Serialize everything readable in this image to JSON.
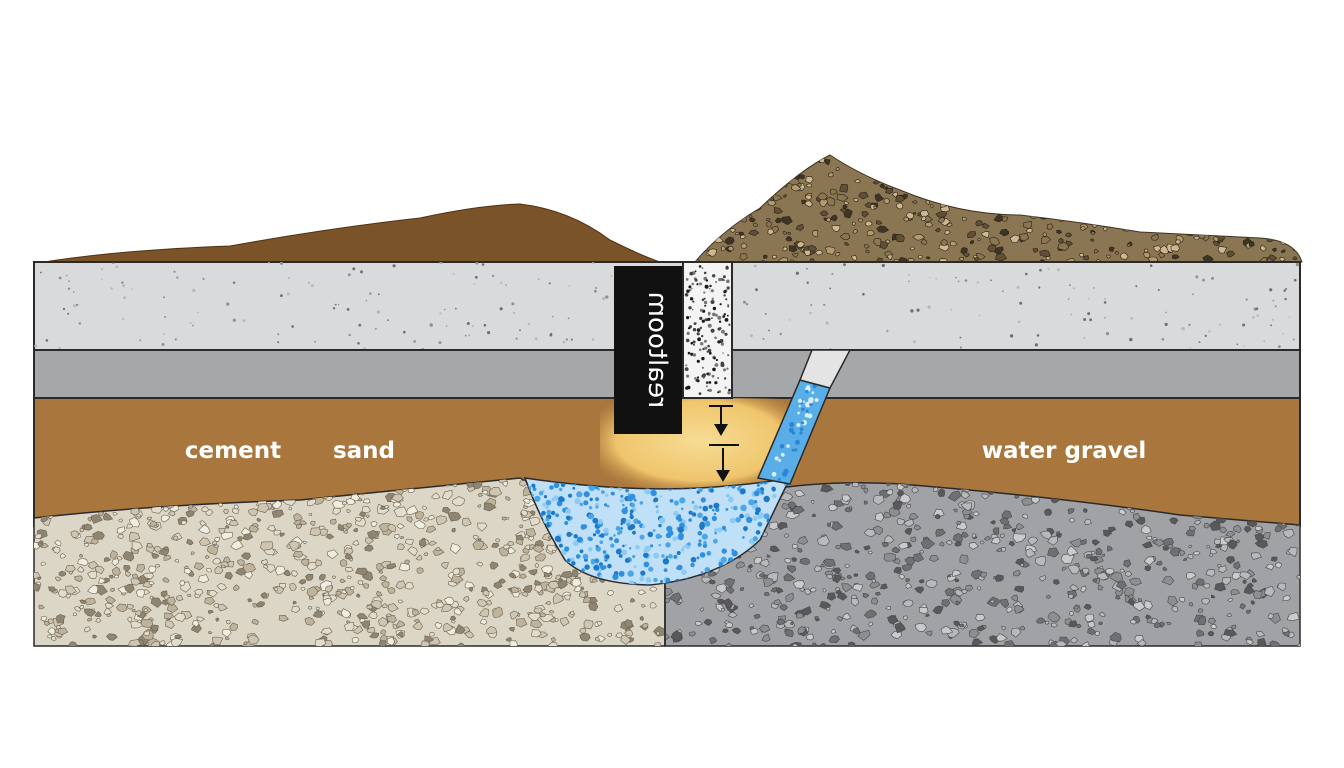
{
  "labels": {
    "cement": "cement",
    "sand": "sand",
    "water_gravel": "water gravel",
    "mirrored_tag": "realtoom"
  },
  "colors": {
    "background": "#ffffff",
    "slab_top": "#d9dadb",
    "slab_base": "#a6a7a9",
    "clay_layer": "#a9773d",
    "sand_glow": "#f2cd7a",
    "soil_mound": "#7a5328",
    "gravel_mound": "#8a7653",
    "light_gravel": "#dcd6c6",
    "grey_gravel": "#a1a2a5",
    "water": "#4aa6e8",
    "tag_background": "#111111",
    "label_text": "#ffffff"
  },
  "icons": {
    "arrow_upper": "double-arrow-icon",
    "arrow_lower": "double-arrow-icon"
  }
}
